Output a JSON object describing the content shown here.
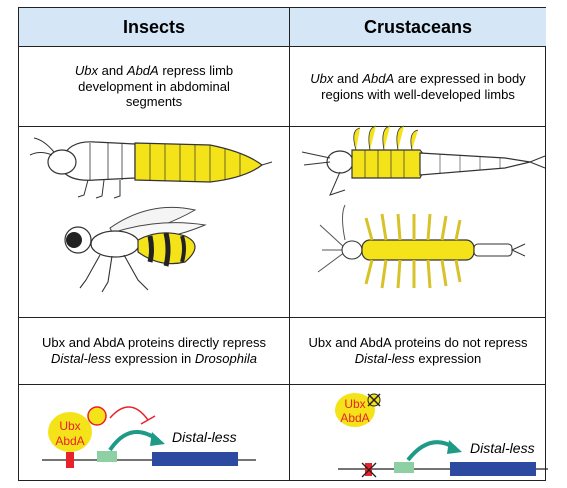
{
  "headers": {
    "insects": "Insects",
    "crustaceans": "Crustaceans"
  },
  "row1": {
    "insects": {
      "gene1": "Ubx",
      "and": " and ",
      "gene2": "AbdA",
      "rest": " repress limb development in abdominal segments"
    },
    "crustaceans": {
      "gene1": "Ubx",
      "and": " and ",
      "gene2": "AbdA",
      "rest": " are expressed in body regions with well-developed limbs"
    }
  },
  "row3": {
    "insects": {
      "pre": "Ubx and AbdA proteins directly repress ",
      "gene": "Distal-less",
      "mid": " expression in ",
      "organism": "Drosophila"
    },
    "crustaceans": {
      "pre": "Ubx and AbdA proteins do not repress ",
      "gene": "Distal-less",
      "post": " expression"
    }
  },
  "diagram": {
    "ubx": "Ubx",
    "abda": "AbdA",
    "target_gene": "Distal-less"
  },
  "colors": {
    "header_bg": "#d5e6f6",
    "expression_yellow": "#f5e31a",
    "repressor_red": "#e8222a",
    "enhancer_green": "#8fcfa4",
    "gene_blue": "#2b4aa0",
    "arrow_teal": "#1e9a86"
  },
  "icons": [
    "caterpillar-larva-illustration",
    "wasp-illustration",
    "brine-shrimp-side-illustration",
    "brine-shrimp-dorsal-illustration",
    "repression-arrow-icon",
    "activation-arrow-icon",
    "cross-icon"
  ]
}
